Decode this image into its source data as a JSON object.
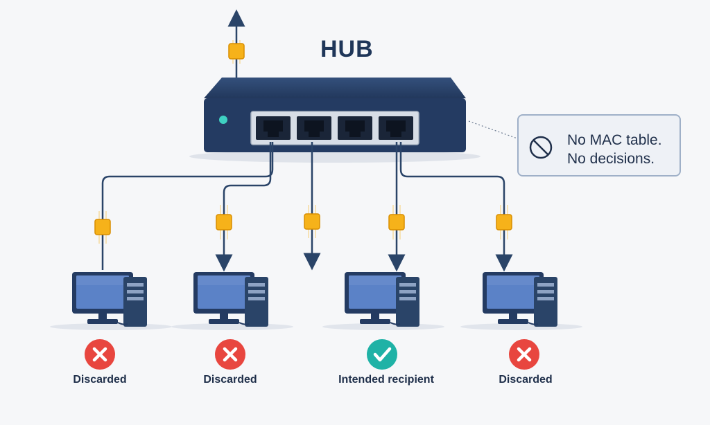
{
  "title": "HUB",
  "callout": {
    "line1": "No MAC table.",
    "line2": "No decisions."
  },
  "devices": [
    {
      "status": "discarded",
      "label": "Discarded"
    },
    {
      "status": "discarded",
      "label": "Discarded"
    },
    {
      "status": "intended",
      "label": "Intended recipient"
    },
    {
      "status": "discarded",
      "label": "Discarded"
    }
  ],
  "colors": {
    "hub": "#243b62",
    "cable": "#2a4468",
    "packet": "#f6b21a",
    "reject": "#e8463f",
    "accept": "#1fb2a6",
    "screen": "#5b82c7"
  }
}
